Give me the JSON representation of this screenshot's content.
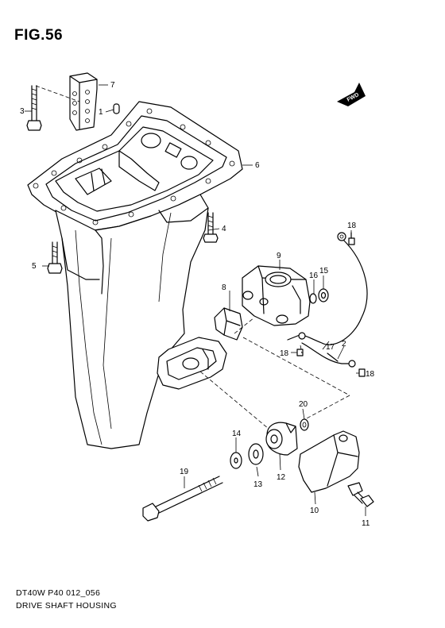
{
  "figure": {
    "title": "FIG.56",
    "model_code": "DT40W P40 012_056",
    "caption": "DRIVE SHAFT HOUSING",
    "direction_badge": "FWD"
  },
  "callouts": [
    "1",
    "2",
    "3",
    "4",
    "5",
    "6",
    "7",
    "8",
    "9",
    "10",
    "11",
    "12",
    "13",
    "14",
    "15",
    "16",
    "17",
    "18",
    "18",
    "18",
    "19",
    "20"
  ]
}
